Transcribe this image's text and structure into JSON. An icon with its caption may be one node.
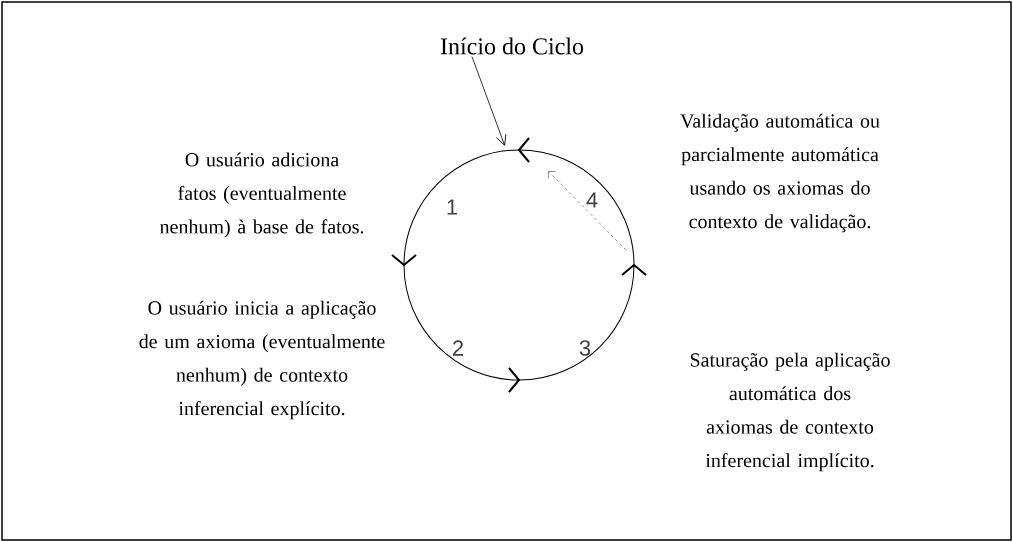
{
  "diagram": {
    "nodes": [
      {
        "text": [
          "Início do Ciclo"
        ]
      },
      {
        "text": [],
        "shape": "circle"
      }
    ],
    "edges": [
      {
        "from": 0,
        "to": 1,
        "arrow": "to"
      }
    ],
    "labels": [
      "O usuário adiciona fatos (eventualmente nenhum) à base de fatos.",
      "Validação automática ou parcialmente automática usando os axiomas do contexto de validação.",
      "1",
      "4",
      "O usuário inicia a aplicação de um axioma (eventualmente nenhum) de contexto inferencial explícito.",
      "2",
      "3",
      "Saturação pela aplicação automática dos axiomas de contexto inferencial implícito."
    ]
  }
}
